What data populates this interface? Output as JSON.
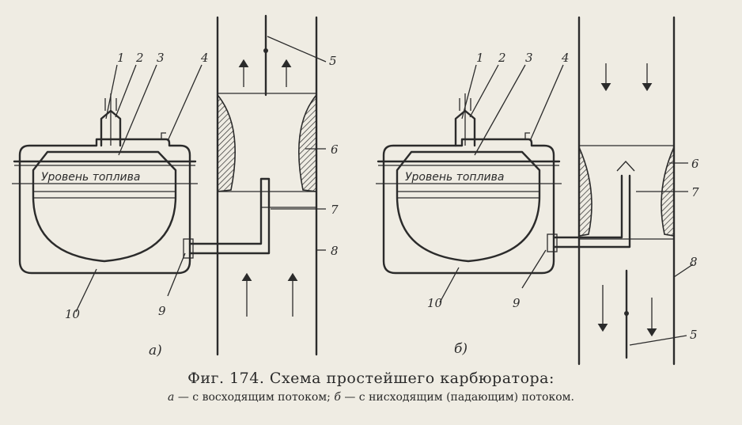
{
  "figure": {
    "title": "Фиг. 174. Схема простейшего карбюратора:",
    "subtitle_a_letter": "а",
    "subtitle_a_text": " — с восходящим потоком; ",
    "subtitle_b_letter": "б",
    "subtitle_b_text": " — с нисходящим (падающим) потоком."
  },
  "panel_a": {
    "label": "а)",
    "fuel_level": "Уровень топлива",
    "callouts": [
      "1",
      "2",
      "3",
      "4",
      "5",
      "6",
      "7",
      "8",
      "9",
      "10"
    ]
  },
  "panel_b": {
    "label": "б)",
    "fuel_level": "Уровень топлива",
    "callouts": [
      "1",
      "2",
      "3",
      "4",
      "5",
      "6",
      "7",
      "8",
      "9",
      "10"
    ]
  }
}
